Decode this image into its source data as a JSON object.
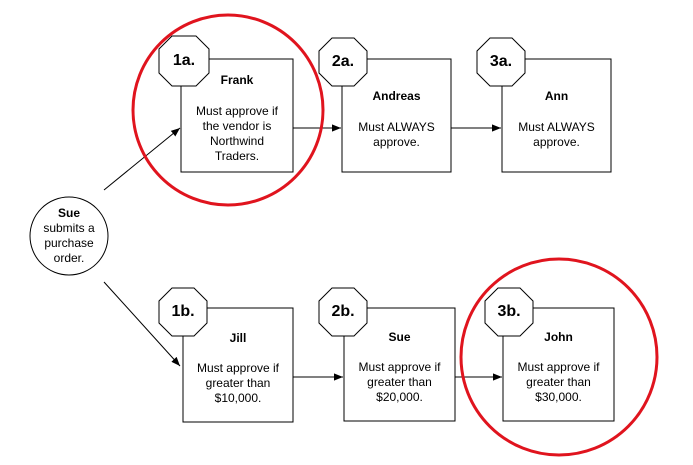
{
  "start": {
    "name": "Sue",
    "text": "submits a purchase order."
  },
  "steps": [
    {
      "step": "1a.",
      "name": "Frank",
      "rule": "Must approve if the vendor is Northwind Traders.",
      "highlighted": true
    },
    {
      "step": "2a.",
      "name": "Andreas",
      "rule": "Must ALWAYS approve.",
      "highlighted": false
    },
    {
      "step": "3a.",
      "name": "Ann",
      "rule": "Must ALWAYS approve.",
      "highlighted": false
    },
    {
      "step": "1b.",
      "name": "Jill",
      "rule": "Must approve if greater than $10,000.",
      "highlighted": false
    },
    {
      "step": "2b.",
      "name": "Sue",
      "rule": "Must approve if greater than $20,000.",
      "highlighted": false
    },
    {
      "step": "3b.",
      "name": "John",
      "rule": "Must approve if greater than $30,000.",
      "highlighted": true
    }
  ],
  "colors": {
    "stroke": "#000000",
    "highlight": "#e0141e",
    "fill": "#ffffff"
  }
}
